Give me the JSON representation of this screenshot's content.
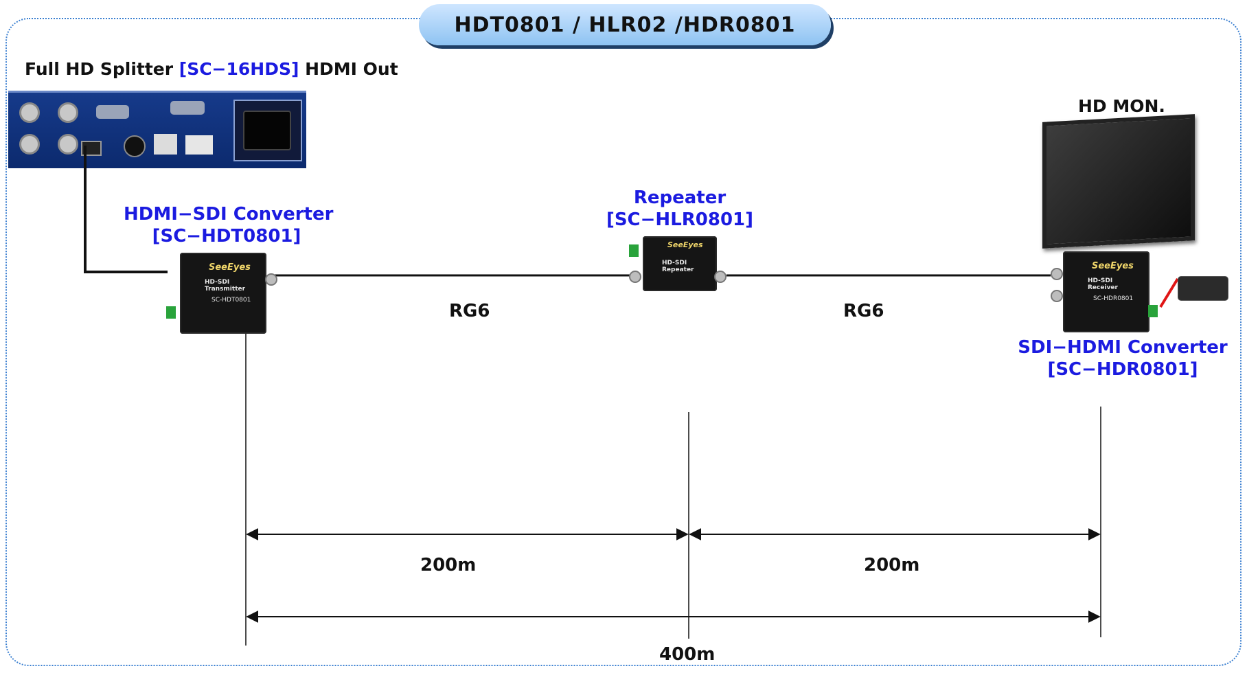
{
  "title": "HDT0801 / HLR02 /HDR0801",
  "splitter": {
    "prefix": "Full HD Splitter ",
    "model": "[SC−16HDS]",
    "suffix": " HDMI Out"
  },
  "transmitter": {
    "name": "HDMI−SDI Converter",
    "model": "[SC−HDT0801]"
  },
  "repeater": {
    "name": "Repeater",
    "model": "[SC−HLR0801]"
  },
  "receiver": {
    "name": "SDI−HDMI Converter",
    "model": "[SC−HDR0801]"
  },
  "monitor_label": "HD MON.",
  "cables": [
    "RG6",
    "RG6"
  ],
  "distances": {
    "segment_1": "200m",
    "segment_2": "200m",
    "total": "400m"
  },
  "colors": {
    "accent_blue": "#1b1be0",
    "frame_border": "#3a7fd0"
  }
}
